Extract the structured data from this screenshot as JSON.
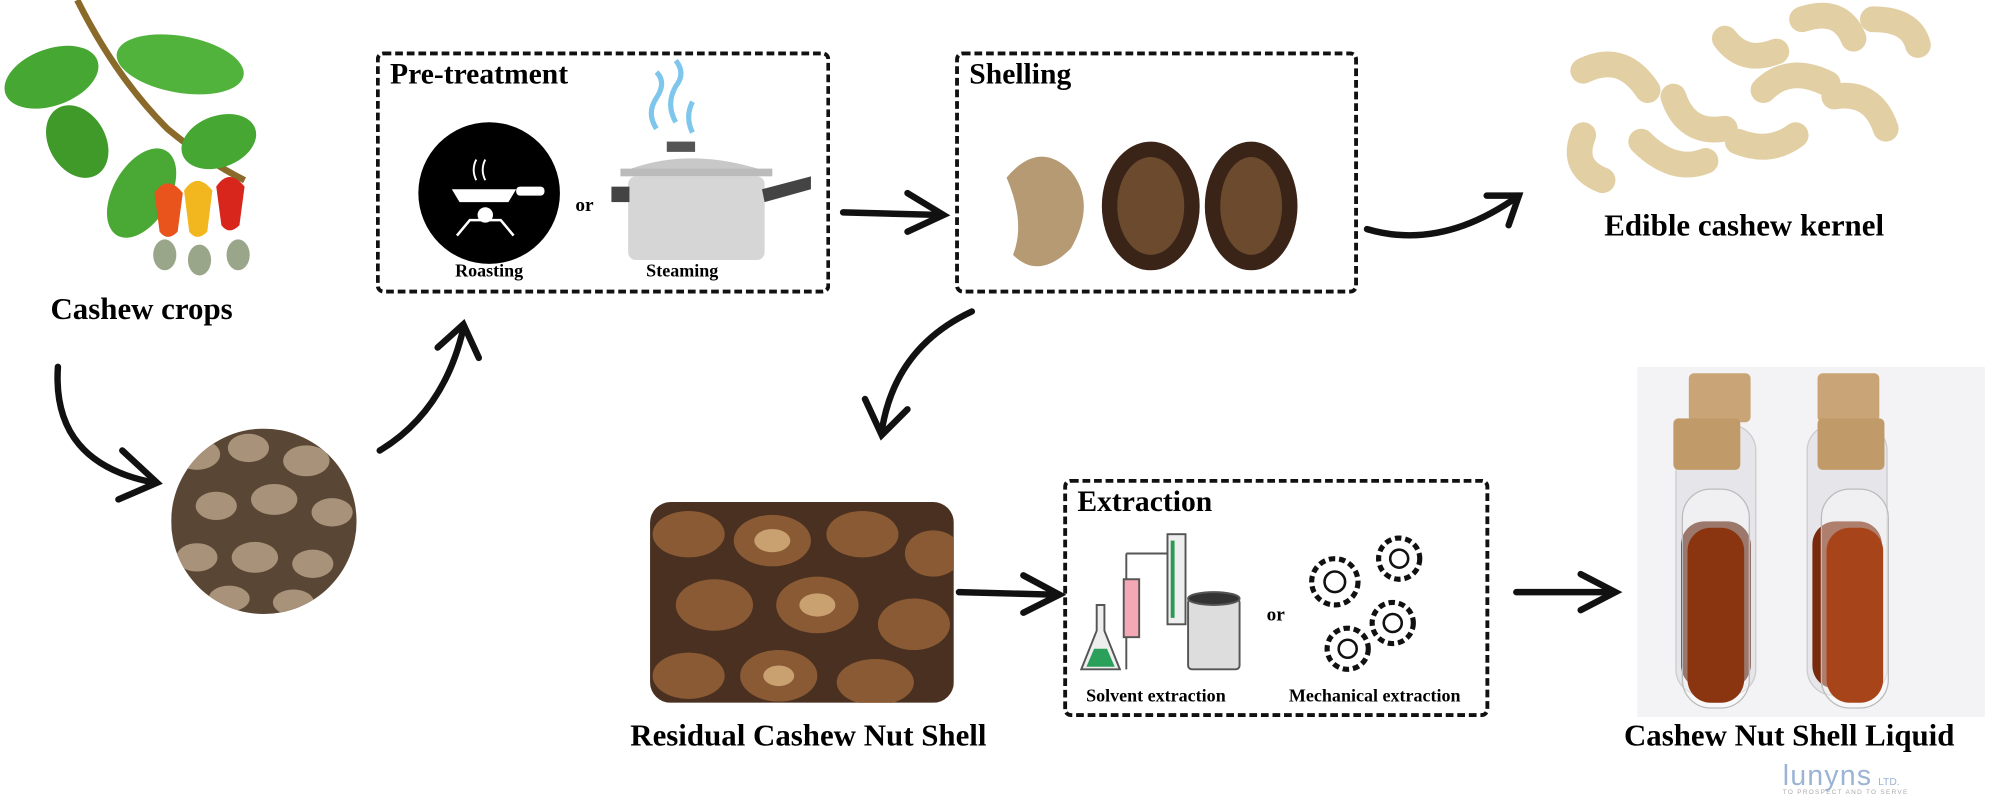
{
  "labels": {
    "cashew_crops": "Cashew crops",
    "edible_kernel": "Edible cashew kernel",
    "residual_shell": "Residual Cashew Nut Shell",
    "cnsl": "Cashew Nut Shell Liquid"
  },
  "pretreatment": {
    "title": "Pre-treatment",
    "option1": "Roasting",
    "or": "or",
    "option2": "Steaming"
  },
  "shelling": {
    "title": "Shelling"
  },
  "extraction": {
    "title": "Extraction",
    "option1": "Solvent extraction",
    "or": "or",
    "option2": "Mechanical extraction"
  },
  "watermark": {
    "brand": "lunyns",
    "suffix": "LTD.",
    "tagline": "TO PROSPECT AND TO SERVE"
  },
  "colors": {
    "steam": "#7fc6ec",
    "leaf": "#3f9a2a",
    "shell": "#6b4a2e",
    "liquid": "#7a2a0c",
    "cork": "#c9a476",
    "logo_blue": "#9bb4d4",
    "logo_red": "#e0898c"
  }
}
